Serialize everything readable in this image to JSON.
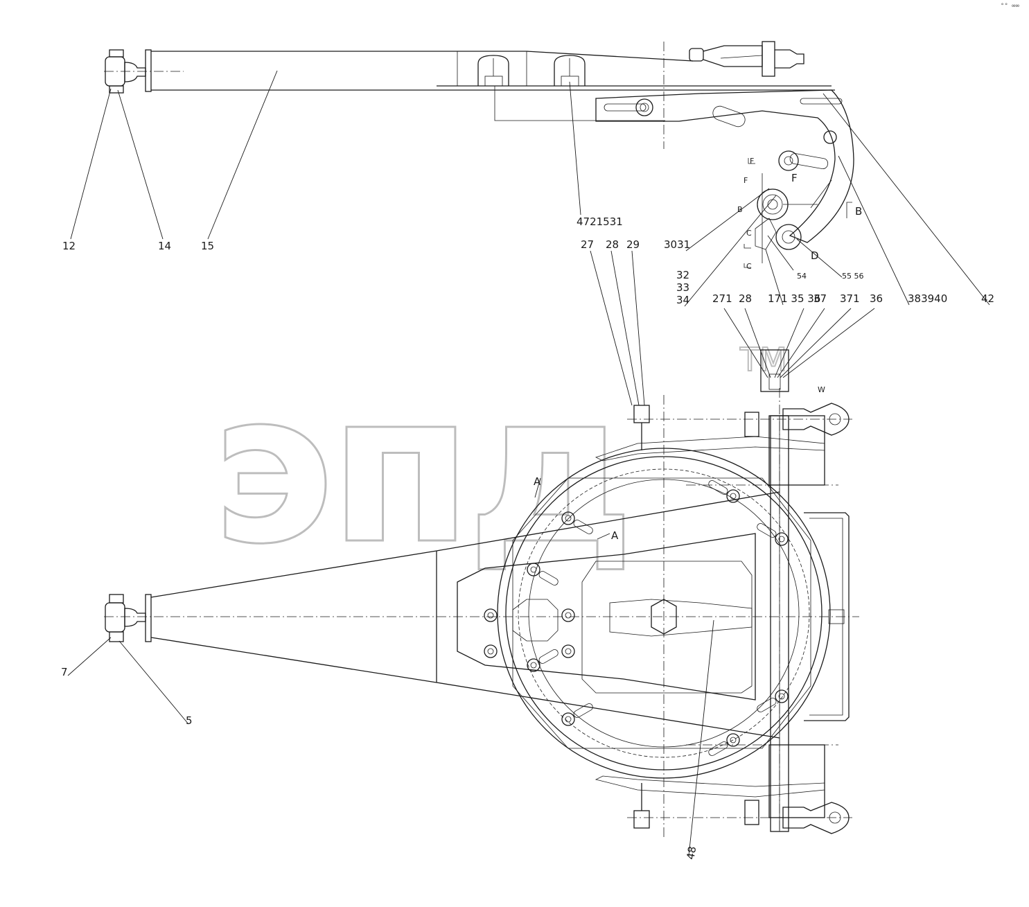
{
  "watermark": {
    "text": "эпд",
    "mark": "ТМ"
  },
  "corner_mark": "°° ∞∞",
  "labels": [
    {
      "id": "l12",
      "text": "12"
    },
    {
      "id": "l14",
      "text": "14"
    },
    {
      "id": "l15",
      "text": "15"
    },
    {
      "id": "l4721",
      "text": "4721531"
    },
    {
      "id": "l27a",
      "text": "27"
    },
    {
      "id": "l28a",
      "text": "28"
    },
    {
      "id": "l29",
      "text": "29"
    },
    {
      "id": "l3031",
      "text": "3031"
    },
    {
      "id": "l32",
      "text": "32"
    },
    {
      "id": "l33",
      "text": "33"
    },
    {
      "id": "l34",
      "text": "34"
    },
    {
      "id": "l54",
      "text": "54"
    },
    {
      "id": "l5556",
      "text": "55 56"
    },
    {
      "id": "l17",
      "text": "171 35 36"
    },
    {
      "id": "l37a",
      "text": "37"
    },
    {
      "id": "l27b",
      "text": "271"
    },
    {
      "id": "l28b",
      "text": "28"
    },
    {
      "id": "l37b",
      "text": "371"
    },
    {
      "id": "l36b",
      "text": "36"
    },
    {
      "id": "l383940",
      "text": "383940"
    },
    {
      "id": "l42",
      "text": "42"
    },
    {
      "id": "l7",
      "text": "7"
    },
    {
      "id": "l5",
      "text": "5"
    },
    {
      "id": "l48",
      "text": "48"
    }
  ],
  "section_marks": [
    {
      "id": "sF1",
      "text": "F"
    },
    {
      "id": "sF2",
      "text": "F"
    },
    {
      "id": "sF3",
      "text": "F"
    },
    {
      "id": "sB1",
      "text": "B"
    },
    {
      "id": "sB2",
      "text": "B"
    },
    {
      "id": "sC1",
      "text": "C"
    },
    {
      "id": "sC2",
      "text": "C"
    },
    {
      "id": "sD",
      "text": "D"
    },
    {
      "id": "sA1",
      "text": "A"
    },
    {
      "id": "sA2",
      "text": "A"
    },
    {
      "id": "sW",
      "text": "W"
    }
  ]
}
